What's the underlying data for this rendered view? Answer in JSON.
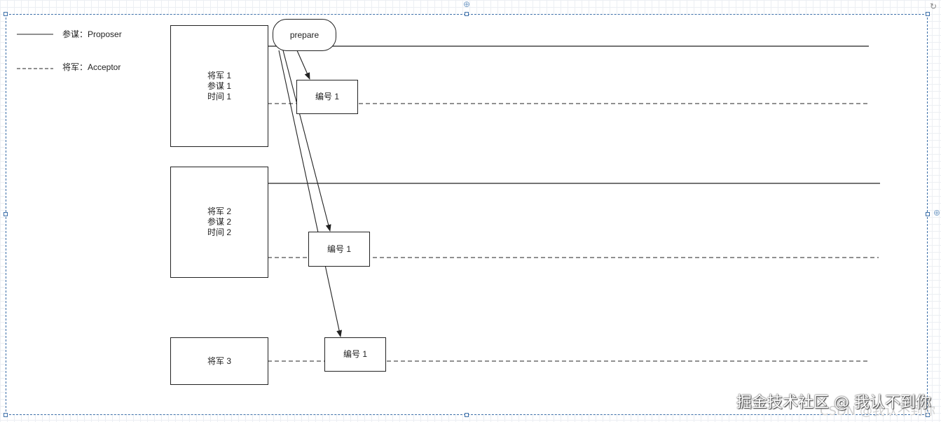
{
  "legend": {
    "proposer_label": "参谋：Proposer",
    "acceptor_label": "将军：Acceptor"
  },
  "generals": [
    {
      "lines": "将军 1\n参谋 1\n时间 1"
    },
    {
      "lines": "将军 2\n参谋 2\n时间 2"
    },
    {
      "lines": "将军 3"
    }
  ],
  "prepare_label": "prepare",
  "number_boxes": [
    {
      "label": "编号 1"
    },
    {
      "label": "编号 1"
    },
    {
      "label": "编号 1"
    }
  ],
  "watermark": {
    "text": "掘金技术社区 @ 我认不到你",
    "sub_text": "CSDN @我认不到你"
  },
  "colors": {
    "line": "#222222",
    "selection": "#3b6ea8",
    "grid": "#eceff3"
  },
  "icons": {
    "top_handle": "add-circle-icon",
    "right_handle": "add-circle-icon",
    "rotate": "rotate-icon"
  }
}
